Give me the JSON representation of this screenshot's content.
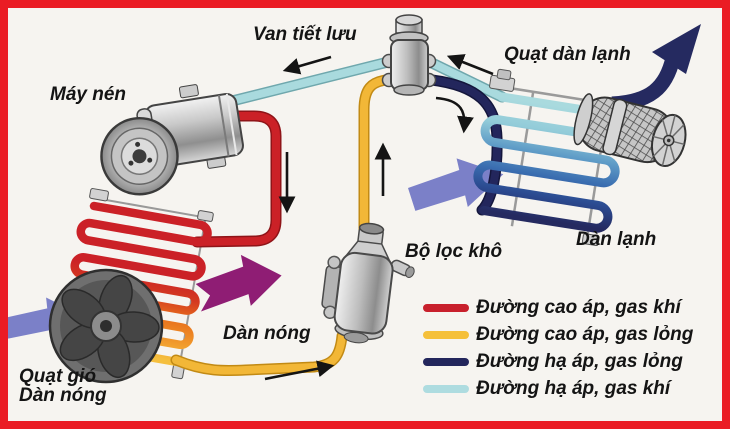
{
  "frame": {
    "border_color": "#ea1c24",
    "background": "#f6f4f0"
  },
  "labels": {
    "expansion_valve": "Van tiết lưu",
    "compressor": "Máy nén",
    "evaporator_fan": "Quạt dàn lạnh",
    "evaporator": "Dàn lạnh",
    "receiver_drier": "Bộ lọc khô",
    "condenser": "Dàn nóng",
    "condenser_fan_line1": "Quạt gió",
    "condenser_fan_line2": "Dàn nóng"
  },
  "legend": {
    "items": [
      {
        "label": "Đường cao áp, gas khí",
        "color": "#c8202c"
      },
      {
        "label": "Đường cao áp, gas lỏng",
        "color": "#f5c03a"
      },
      {
        "label": "Đường hạ áp, gas lỏng",
        "color": "#23265c"
      },
      {
        "label": "Đường hạ áp, gas khí",
        "color": "#aedce0"
      }
    ]
  },
  "pipes": {
    "high_pressure_gas": "#cb2127",
    "high_pressure_liquid": "#f2b737",
    "low_pressure_liquid": "#23265c",
    "low_pressure_gas": "#a9dade"
  },
  "arrows": {
    "flow_color": "#141414",
    "airflow_in": "#7b80c8",
    "hot_air_out": "#8f1d74",
    "cold_air_out": "#252a60"
  }
}
